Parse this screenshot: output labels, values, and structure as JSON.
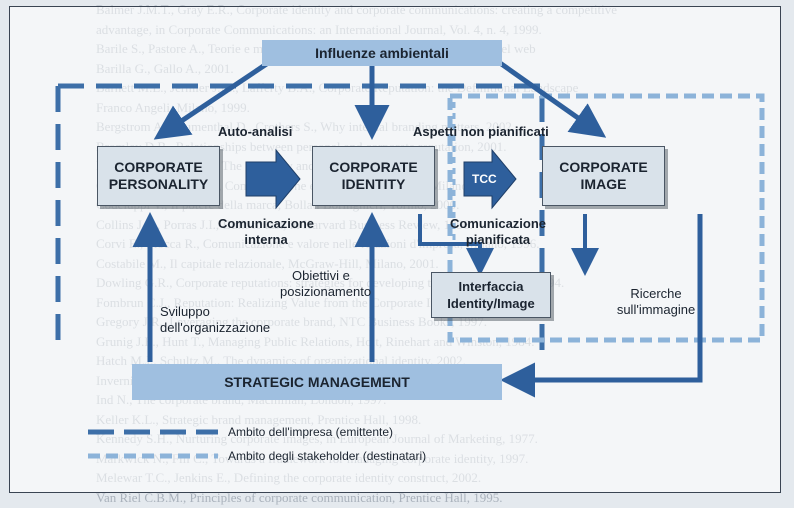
{
  "background_text": [
    "Balmer J.M.T., Gray E.R., Corporate identity and corporate communications: creating a competitive",
    "advantage, in Corporate Communications: an International Journal, Vol. 4, n. 4, 1999.",
    "Barile S., Pastore A., Teorie e modelli di comunicazione per la distribuzione nel web",
    "Barilla G., Gallo A., 2001.",
    "Barnett M.L., Jermier J.M., Lafferty B.A., Corporate Reputation: the Definitional Landscape",
    "Franco Angeli, Milano, 1999.",
    "Bergstrom A., Blumenthal D., Crothers S., Why internal branding matters, 2002.",
    "Bromley D.B., Relationships between personal and corporate reputation, 2001.",
    "Brown T.J., Dacin P.A., The company and the product, 1997.",
    "Cabrucci V., Carenzi L., Comunicazione e immagine d'impresa, Milano, 1998.",
    "Codeluppi V., Il potere della marca, Bollati Boringhieri, Torino, 2000.",
    "Collins J.C., Porras J.I., Built to last, in Harvard Business Review, 1996.",
    "Corvi E., Fiocca R., Comunicazione e valore nelle relazioni d'impresa, Milano, 1996.",
    "Costabile M., Il capitale relazionale, McGraw-Hill, Milano, 2001.",
    "Dowling G.R., Corporate reputations: strategies for developing the corporate brand, 1994.",
    "Fombrun C.J., Reputation: Realizing Value from the Corporate Image, 1996.",
    "Gregory J.R., Leveraging the corporate brand, NTC Business Books, 1997.",
    "Grunig J.E., Hunt T., Managing Public Relations, Holt, Rinehart and Winston, 1984.",
    "Hatch M.J., Schultz M., The dynamics of organizational identity, 2002.",
    "Invernizzi E., La comunicazione organizzativa, Giuffrè, Milano, 2000.",
    "Ind N., The corporate brand, Macmillan, London, 1997.",
    "Keller K.L., Strategic brand management, Prentice Hall, 1998.",
    "Kennedy S.H., Nurturing corporate images, in European Journal of Marketing, 1977.",
    "Markwick N., Fill C., Towards a framework for managing corporate identity, 1997.",
    "Melewar T.C., Jenkins E., Defining the corporate identity construct, 2002.",
    "Van Riel C.B.M., Principles of corporate communication, Prentice Hall, 1995."
  ],
  "boxes": {
    "influenze": "Influenze ambientali",
    "personality_l1": "CORPORATE",
    "personality_l2": "PERSONALITY",
    "identity_l1": "CORPORATE",
    "identity_l2": "IDENTITY",
    "image_l1": "CORPORATE",
    "image_l2": "IMAGE",
    "strategic": "STRATEGIC MANAGEMENT",
    "interfaccia_l1": "Interfaccia",
    "interfaccia_l2": "Identity/Image"
  },
  "labels": {
    "auto_analisi": "Auto-analisi",
    "aspetti": "Aspetti non pianificati",
    "tcc": "TCC",
    "com_interna_l1": "Comunicazione",
    "com_interna_l2": "interna",
    "com_pian_l1": "Comunicazione",
    "com_pian_l2": "pianificata",
    "obiettivi_l1": "Obiettivi e",
    "obiettivi_l2": "posizionamento",
    "sviluppo_l1": "Sviluppo",
    "sviluppo_l2": "dell'organizzazione",
    "ricerche_l1": "Ricerche",
    "ricerche_l2": "sull'immagine"
  },
  "legend": {
    "impresa": "Ambito dell'impresa (emittente)",
    "stakeholder": "Ambito degli stakeholder (destinatari)"
  },
  "colors": {
    "arrow": "#2e5f9c",
    "band": "#9fbfe0",
    "dash_company": "#3d6fa8",
    "dash_stakeholder": "#8cb3d9"
  }
}
